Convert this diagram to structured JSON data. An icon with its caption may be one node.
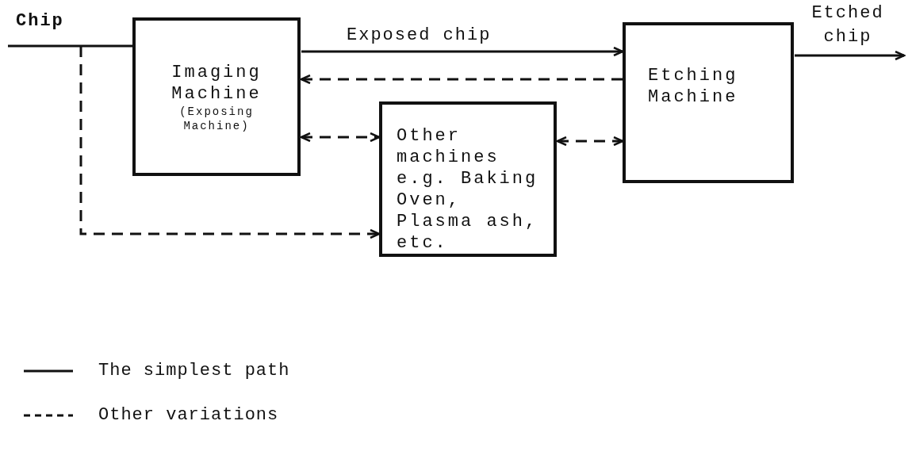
{
  "diagram": {
    "nodes": [
      {
        "text": [
          "Imaging Machine",
          "(Exposing Machine)"
        ]
      },
      {
        "text": [
          "Other machines e.g. Baking Oven, Plasma ash, etc."
        ]
      },
      {
        "text": [
          "Etching Machine"
        ]
      }
    ],
    "edges": [
      {
        "from": null,
        "to": 0,
        "arrow": "none",
        "label": "Chip"
      },
      {
        "from": null,
        "to": 1,
        "arrow": "to",
        "style": "dashed"
      },
      {
        "from": 0,
        "to": 2,
        "arrow": "to",
        "label": "Exposed chip"
      },
      {
        "from": 2,
        "to": 0,
        "arrow": "to",
        "style": "dashed"
      },
      {
        "from": 0,
        "to": 1,
        "arrow": "both",
        "style": "dashed"
      },
      {
        "from": 1,
        "to": 2,
        "arrow": "both",
        "style": "dashed"
      },
      {
        "from": 2,
        "to": null,
        "arrow": "to",
        "label": "Etched chip"
      }
    ],
    "legend": [
      {
        "text": "The simplest path"
      },
      {
        "text": "Other variations"
      }
    ]
  }
}
